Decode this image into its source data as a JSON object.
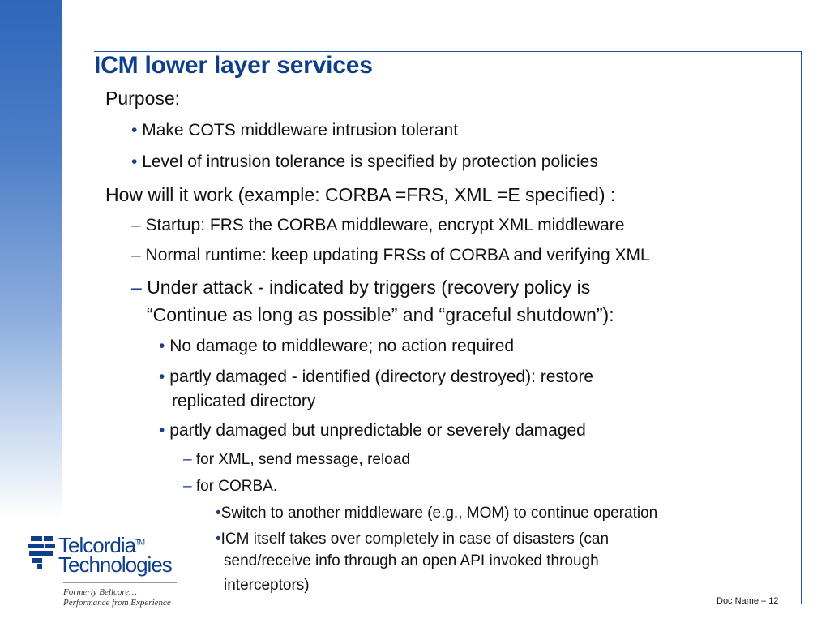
{
  "slide": {
    "title": "ICM lower layer services",
    "bullets": [
      {
        "marker": "",
        "text": "Purpose:"
      },
      {
        "marker": "•",
        "text": "Make COTS middleware intrusion tolerant"
      },
      {
        "marker": "•",
        "text": "Level of intrusion tolerance is specified by protection policies"
      },
      {
        "marker": "",
        "text": "How will it work (example: CORBA =FRS, XML =E specified) :"
      },
      {
        "marker": "–",
        "text": "Startup: FRS the CORBA middleware, encrypt XML middleware"
      },
      {
        "marker": "–",
        "text": "Normal runtime: keep updating FRSs of CORBA and verifying XML"
      },
      {
        "marker": "–",
        "text": "Under attack - indicated by triggers (recovery policy is",
        "cont": "“Continue as long as possible” and “graceful shutdown”):"
      },
      {
        "marker": "•",
        "text": "No damage to middleware; no action required"
      },
      {
        "marker": "•",
        "text": "partly damaged - identified (directory destroyed): restore",
        "cont": "replicated directory"
      },
      {
        "marker": "•",
        "text": "partly damaged but unpredictable or severely damaged"
      },
      {
        "marker": "–",
        "text": "for XML, send message, reload"
      },
      {
        "marker": "–",
        "text": "for CORBA."
      },
      {
        "marker": "•",
        "text": "Switch to another middleware (e.g., MOM) to continue operation"
      },
      {
        "marker": "•",
        "text": "ICM itself takes over completely in case of disasters (can",
        "cont": "send/receive info through an open API invoked through",
        "cont2": "interceptors)"
      }
    ]
  },
  "logo": {
    "name_line1": "Telcordia",
    "name_line2": "Technologies",
    "tm": "TM",
    "tagline1": "Formerly Bellcore…",
    "tagline2": "Performance from Experience"
  },
  "footer": {
    "doc_label": "Doc Name – 12"
  },
  "colors": {
    "title": "#0f3f8c",
    "accent_bar": "#2f66b9",
    "frame": "#1f4fa0"
  }
}
